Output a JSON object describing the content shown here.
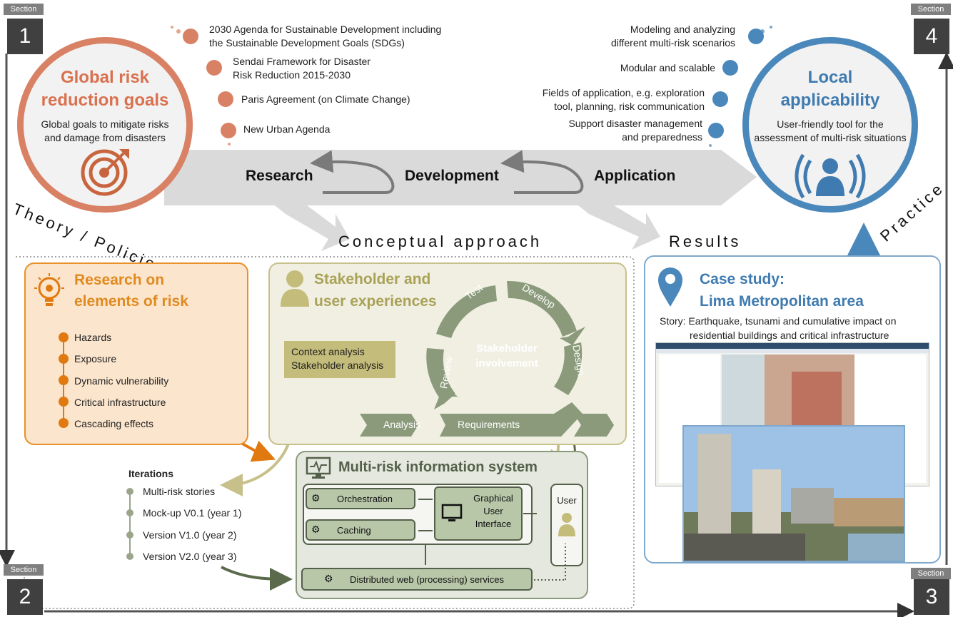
{
  "sections": [
    {
      "tag": "Section",
      "number": "1"
    },
    {
      "tag": "Section",
      "number": "2"
    },
    {
      "tag": "Section",
      "number": "3"
    },
    {
      "tag": "Section",
      "number": "4"
    }
  ],
  "global_goals": {
    "title_line1": "Global risk",
    "title_line2": "reduction goals",
    "desc_line1": "Global goals to mitigate risks",
    "desc_line2": "and damage from disasters",
    "items": [
      {
        "line1": "2030 Agenda for Sustainable Development including",
        "line2": "the Sustainable Development Goals (SDGs)"
      },
      {
        "line1": "Sendai Framework for Disaster",
        "line2": "Risk Reduction 2015-2030"
      },
      {
        "line1": "Paris Agreement (on Climate Change)",
        "line2": ""
      },
      {
        "line1": "New Urban Agenda",
        "line2": ""
      }
    ]
  },
  "local": {
    "title_line1": "Local",
    "title_line2": "applicability",
    "desc_line1": "User-friendly tool for the",
    "desc_line2": "assessment of multi-risk situations",
    "items": [
      {
        "line1": "Modeling and analyzing",
        "line2": "different multi-risk scenarios"
      },
      {
        "line1": "Modular and scalable",
        "line2": ""
      },
      {
        "line1": "Fields of application, e.g. exploration",
        "line2": "tool, planning, risk communication"
      },
      {
        "line1": "Support disaster management",
        "line2": "and preparedness"
      }
    ]
  },
  "stages": {
    "research": "Research",
    "development": "Development",
    "application": "Application"
  },
  "side_labels": {
    "theory": "Theory / Policies",
    "practice": "Practice",
    "conceptual": "Conceptual approach",
    "results": "Results"
  },
  "research_elements": {
    "title_line1": "Research on",
    "title_line2": "elements of risk",
    "items": [
      "Hazards",
      "Exposure",
      "Dynamic vulnerability",
      "Critical infrastructure",
      "Cascading effects"
    ]
  },
  "stakeholder": {
    "title_line1": "Stakeholder and",
    "title_line2": "user experiences",
    "context_line1": "Context analysis",
    "context_line2": "Stakeholder analysis",
    "center_line1": "Stakeholder",
    "center_line2": "involvement",
    "cycle": {
      "test": "Test",
      "develop": "Develop",
      "design": "Design",
      "review": "Review"
    },
    "analysis": "Analysis",
    "requirements": "Requirements"
  },
  "iterations": {
    "title": "Iterations",
    "items": [
      "Multi-risk stories",
      "Mock-up V0.1 (year 1)",
      "Version V1.0 (year 2)",
      "Version V2.0 (year 3)"
    ]
  },
  "mris": {
    "title": "Multi-risk information system",
    "orchestration": "Orchestration",
    "caching": "Caching",
    "gui_line1": "Graphical",
    "gui_line2": "User",
    "gui_line3": "Interface",
    "user": "User",
    "services": "Distributed web (processing) services"
  },
  "case_study": {
    "title_line1": "Case study:",
    "title_line2": "Lima Metropolitan area",
    "story_line1": "Story: Earthquake, tsunami and cumulative impact on",
    "story_line2": "residential buildings and critical infrastructure"
  },
  "colors": {
    "orange": "#e08a20",
    "salmon": "#d98164",
    "olive": "#a9a257",
    "blue": "#4a87ba",
    "green": "#8a9a7a"
  }
}
